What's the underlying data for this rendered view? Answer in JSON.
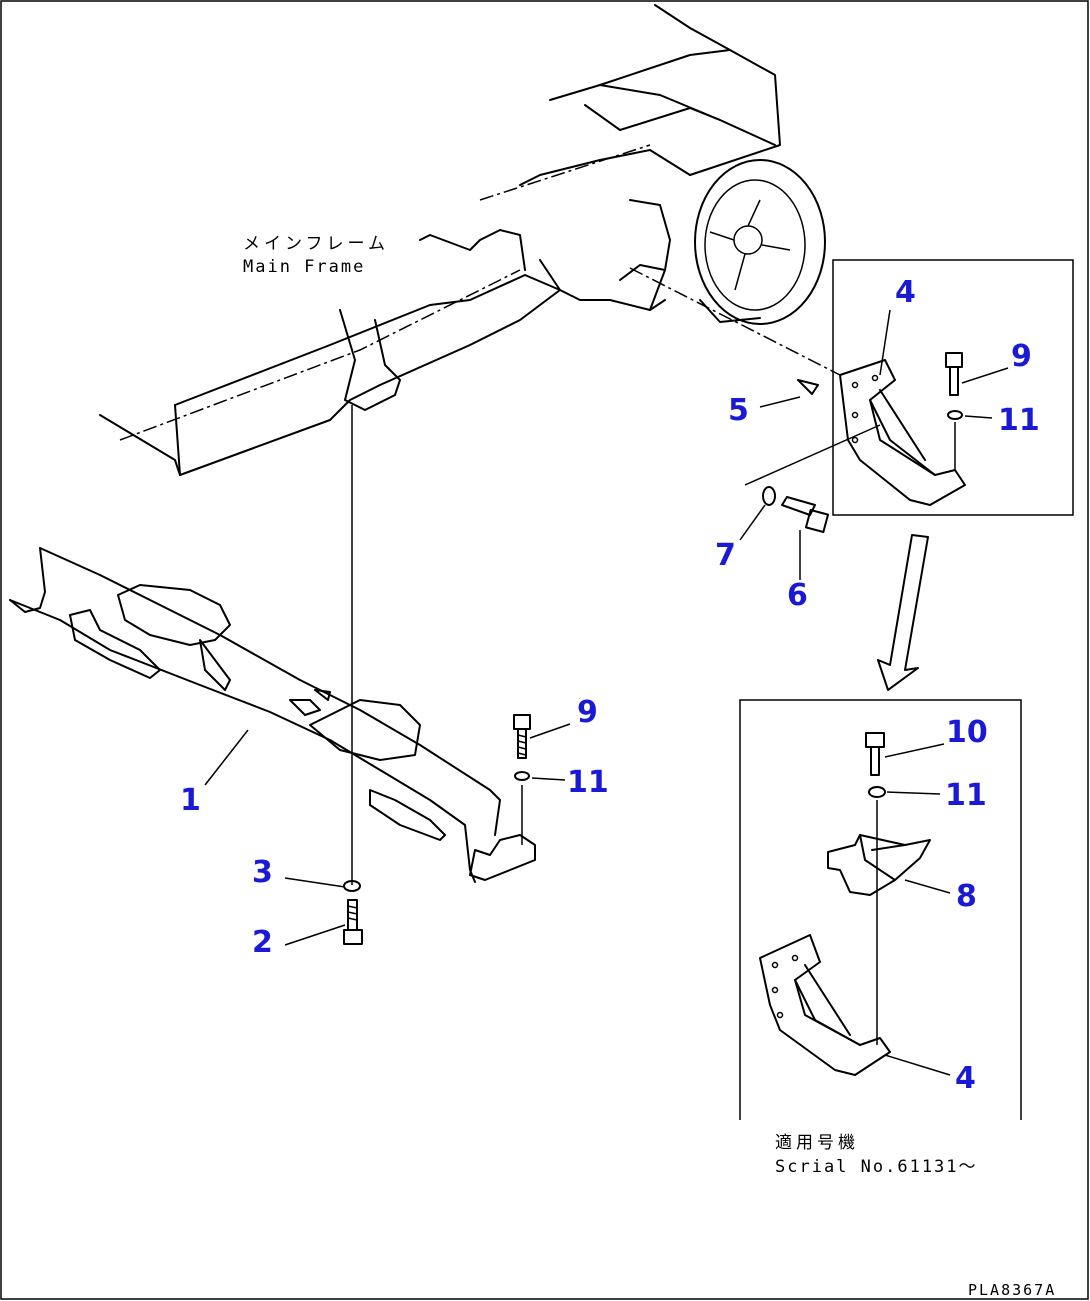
{
  "labels": {
    "main_frame_jp": "メインフレーム",
    "main_frame_en": "Main Frame",
    "serial_jp": "適用号機",
    "serial_en": "Scrial No.61131〜",
    "drawing_code": "PLA8367A"
  },
  "callouts": [
    {
      "id": "c1",
      "text": "1"
    },
    {
      "id": "c2",
      "text": "2"
    },
    {
      "id": "c3",
      "text": "3"
    },
    {
      "id": "c4a",
      "text": "4"
    },
    {
      "id": "c4b",
      "text": "4"
    },
    {
      "id": "c5",
      "text": "5"
    },
    {
      "id": "c6",
      "text": "6"
    },
    {
      "id": "c7",
      "text": "7"
    },
    {
      "id": "c8",
      "text": "8"
    },
    {
      "id": "c9a",
      "text": "9"
    },
    {
      "id": "c9b",
      "text": "9"
    },
    {
      "id": "c10",
      "text": "10"
    },
    {
      "id": "c11a",
      "text": "11"
    },
    {
      "id": "c11b",
      "text": "11"
    },
    {
      "id": "c11c",
      "text": "11"
    }
  ],
  "colors": {
    "callout": "#1a1ad6",
    "line": "#000000",
    "background": "#ffffff"
  }
}
